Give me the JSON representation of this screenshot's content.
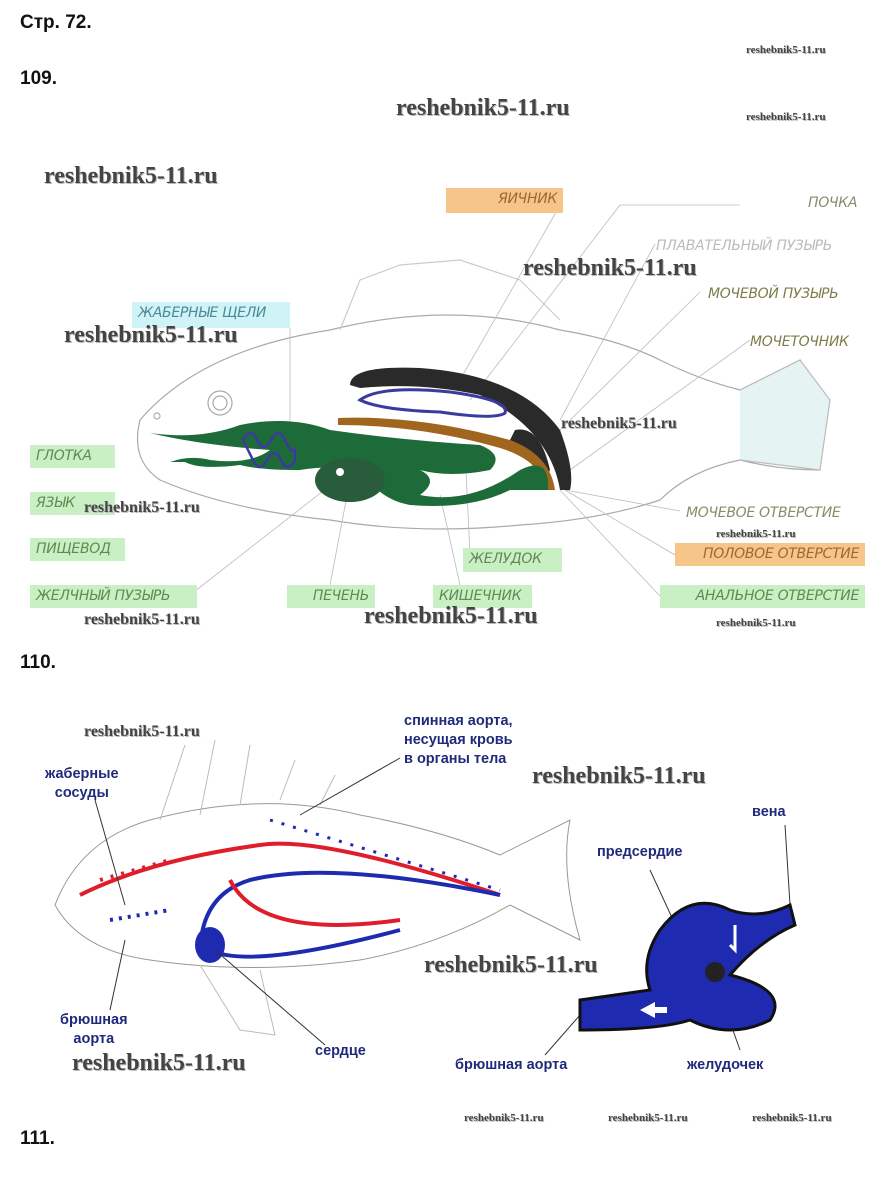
{
  "page_label": "Стр. 72.",
  "tasks": [
    {
      "number": "109."
    },
    {
      "number": "110."
    },
    {
      "number": "111."
    }
  ],
  "watermark": "reshebnik5-11.ru",
  "fig109": {
    "labels": {
      "ovary": "ЯИЧНИК",
      "kidney": "ПОЧКА",
      "swim_bladder": "ПЛАВАТЕЛЬНЫЙ ПУЗЫРЬ",
      "urinary_bladder": "МОЧЕВОЙ ПУЗЫРЬ",
      "gill_slits": "ЖАБЕРНЫЕ ЩЕЛИ",
      "ureter": "МОЧЕТОЧНИК",
      "pharynx": "ГЛОТКА",
      "tongue": "ЯЗЫК",
      "esophagus": "ПИЩЕВОД",
      "gallbladder": "ЖЕЛЧНЫЙ ПУЗЫРЬ",
      "liver": "ПЕЧЕНЬ",
      "intestine": "КИШЕЧНИК",
      "stomach": "ЖЕЛУДОК",
      "urinary_opening": "МОЧЕВОЕ ОТВЕРСТИЕ",
      "genital_opening": "ПОЛОВОЕ ОТВЕРСТИЕ",
      "anal_opening": "АНАЛЬНОЕ ОТВЕРСТИЕ"
    },
    "colors": {
      "green": "#1e6b3a",
      "orange": "#f6c58a",
      "cyan": "#cff3f7",
      "kidney": "#2a2a2a",
      "bladder": "#3a3aa0",
      "ovary": "#a0661e"
    }
  },
  "fig110": {
    "labels": {
      "dorsal_aorta": [
        "спинная аорта,",
        "несущая кровь",
        "в органы тела"
      ],
      "gill_vessels": [
        "жаберные",
        "сосуды"
      ],
      "ventral_aorta": [
        "брюшная",
        "аорта"
      ],
      "heart": "сердце",
      "vein": "вена",
      "atrium": "предсердие",
      "ventral_aorta_heart": "брюшная аорта",
      "ventricle": "желудочек"
    },
    "colors": {
      "arterial": "#e01d2a",
      "venous": "#1e2bb0"
    }
  }
}
